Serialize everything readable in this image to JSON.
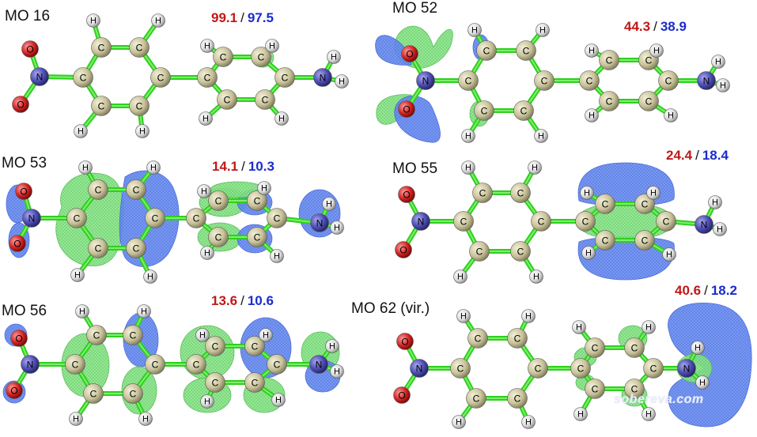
{
  "colors": {
    "val_a": "#c01818",
    "val_b": "#1a2ccc",
    "lobe_blue": "#5b83f0",
    "lobe_green": "#7fe07f",
    "carbon": "#c8c29a",
    "hydrogen": "#dcdcdc",
    "nitrogen": "#4a4ab0",
    "oxygen": "#d02020",
    "bond": "#33dd22"
  },
  "panels": [
    {
      "id": "mo16",
      "label": "MO 16",
      "val_a": "99.1",
      "val_b": "97.5"
    },
    {
      "id": "mo52",
      "label": "MO 52",
      "val_a": "44.3",
      "val_b": "38.9"
    },
    {
      "id": "mo53",
      "label": "MO 53",
      "val_a": "14.1",
      "val_b": "10.3"
    },
    {
      "id": "mo55",
      "label": "MO 55",
      "val_a": "24.4",
      "val_b": "18.4"
    },
    {
      "id": "mo56",
      "label": "MO 56",
      "val_a": "13.6",
      "val_b": "10.6"
    },
    {
      "id": "mo62",
      "label": "MO 62 (vir.)",
      "val_a": "40.6",
      "val_b": "18.2"
    }
  ],
  "atom_symbols": {
    "c": "C",
    "h": "H",
    "n": "N",
    "o": "O"
  },
  "watermark": "sobereva.com"
}
